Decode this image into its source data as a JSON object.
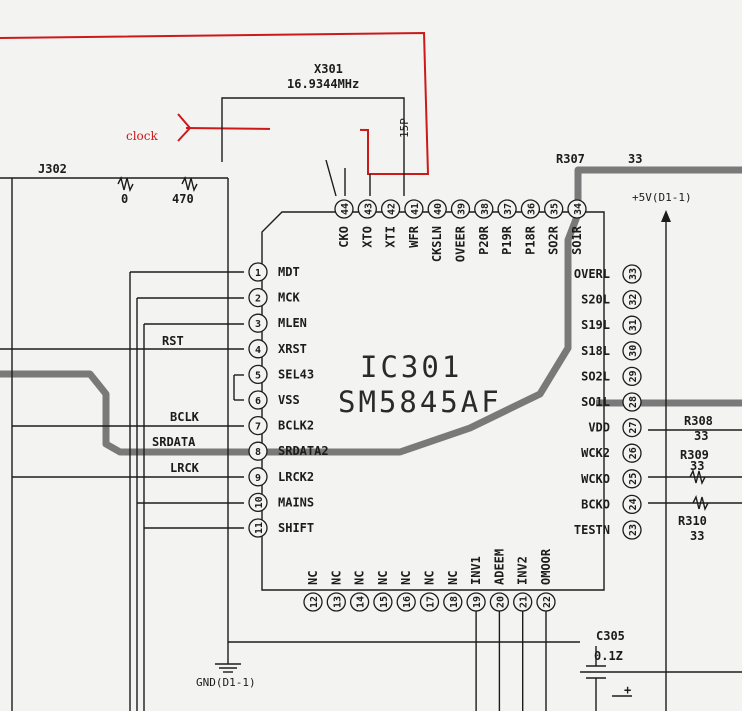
{
  "annotation": {
    "label": "clock",
    "color": "#cc1a1a"
  },
  "crystal": {
    "ref": "X301",
    "freq": "16.9344MHz"
  },
  "capacitor_15p": "15P",
  "ic": {
    "ref": "IC301",
    "part": "SM5845AF"
  },
  "pins_left": [
    {
      "n": "1",
      "name": "MDT"
    },
    {
      "n": "2",
      "name": "MCK"
    },
    {
      "n": "3",
      "name": "MLEN"
    },
    {
      "n": "4",
      "name": "XRST"
    },
    {
      "n": "5",
      "name": "SEL43"
    },
    {
      "n": "6",
      "name": "VSS"
    },
    {
      "n": "7",
      "name": "BCLK2"
    },
    {
      "n": "8",
      "name": "SRDATA2"
    },
    {
      "n": "9",
      "name": "LRCK2"
    },
    {
      "n": "10",
      "name": "MAINS"
    },
    {
      "n": "11",
      "name": "SHIFT"
    }
  ],
  "pins_bottom": [
    {
      "n": "12",
      "name": "NC"
    },
    {
      "n": "13",
      "name": "NC"
    },
    {
      "n": "14",
      "name": "NC"
    },
    {
      "n": "15",
      "name": "NC"
    },
    {
      "n": "16",
      "name": "NC"
    },
    {
      "n": "17",
      "name": "NC"
    },
    {
      "n": "18",
      "name": "NC"
    },
    {
      "n": "19",
      "name": "INV1"
    },
    {
      "n": "20",
      "name": "ADEEM"
    },
    {
      "n": "21",
      "name": "INV2"
    },
    {
      "n": "22",
      "name": "OMOOR"
    }
  ],
  "pins_right": [
    {
      "n": "23",
      "name": "TESTN"
    },
    {
      "n": "24",
      "name": "BCKO"
    },
    {
      "n": "25",
      "name": "WCKO"
    },
    {
      "n": "26",
      "name": "WCK2"
    },
    {
      "n": "27",
      "name": "VDD"
    },
    {
      "n": "28",
      "name": "SO1L"
    },
    {
      "n": "29",
      "name": "SO2L"
    },
    {
      "n": "30",
      "name": "S18L"
    },
    {
      "n": "31",
      "name": "S19L"
    },
    {
      "n": "32",
      "name": "S20L"
    },
    {
      "n": "33",
      "name": "OVERL"
    }
  ],
  "pins_top": [
    {
      "n": "34",
      "name": "SO1R"
    },
    {
      "n": "35",
      "name": "SO2R"
    },
    {
      "n": "36",
      "name": "P18R"
    },
    {
      "n": "37",
      "name": "P19R"
    },
    {
      "n": "38",
      "name": "P20R"
    },
    {
      "n": "39",
      "name": "OVEER"
    },
    {
      "n": "40",
      "name": "CKSLN"
    },
    {
      "n": "41",
      "name": "WFR"
    },
    {
      "n": "42",
      "name": "XTI"
    },
    {
      "n": "43",
      "name": "XTO"
    },
    {
      "n": "44",
      "name": "CKO"
    }
  ],
  "signals": {
    "rst": "RST",
    "bclk": "BCLK",
    "srdata": "SRDATA",
    "lrck": "LRCK"
  },
  "top_left": {
    "j302": "J302",
    "r_a": "0",
    "r_b": "470"
  },
  "r307": {
    "ref": "R307",
    "val": "33"
  },
  "r308": {
    "ref": "R308",
    "val": "33"
  },
  "r309": {
    "ref": "R309",
    "val": "33"
  },
  "r310": {
    "ref": "R310",
    "val": "33"
  },
  "supply": "+5V(D1-1)",
  "c305": {
    "ref": "C305",
    "val": "0.1Z"
  },
  "gnd": "GND(D1-1)"
}
